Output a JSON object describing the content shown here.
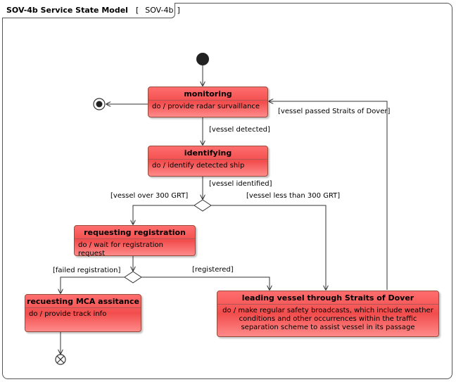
{
  "diagram": {
    "title": "SOV-4b Service State Model",
    "ref_name": "SOV-4b",
    "bracket_open": "[",
    "bracket_close": "]",
    "icon": "diagram-file-icon"
  },
  "states": {
    "monitoring": {
      "name": "monitoring",
      "activity": "do / provide radar survaillance"
    },
    "identifying": {
      "name": "identifying",
      "activity": "do / identify detected ship"
    },
    "requesting": {
      "name": "requesting registration",
      "activity": "do /  wait for registration request"
    },
    "recuesting": {
      "name": "recuesting MCA assitance",
      "activity": "do / provide track info"
    },
    "leading": {
      "name": "leading vessel through Straits of Dover",
      "activity_lines": [
        "do / make regular safety broadcasts, which include weather",
        "conditions and other occurrences within the traffic",
        "separation scheme to assist vessel in its passage"
      ]
    }
  },
  "transitions": {
    "vessel_passed": "[vessel passed Straits of Dover]",
    "vessel_detected": "[vessel detected]",
    "vessel_identified": "[vessel identified]",
    "vessel_over": "[vessel over 300 GRT]",
    "vessel_less": "[vessel less than 300 GRT]",
    "failed_registration": "[failed registration]",
    "registered": "[registered]"
  }
}
